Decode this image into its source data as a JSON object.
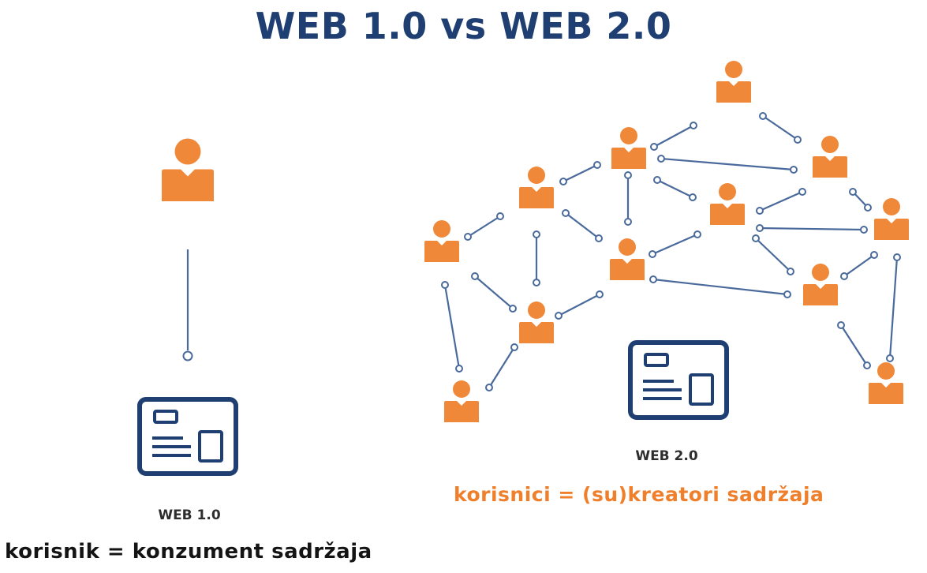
{
  "title": "WEB 1.0 vs WEB 2.0",
  "web1": {
    "label": "WEB 1.0",
    "caption": "korisnik = konzument sadržaja"
  },
  "web2": {
    "label": "WEB 2.0",
    "caption": "korisnici = (su)kreatori sadržaja"
  },
  "icons": {
    "user": "user-icon",
    "document": "web-page-icon"
  },
  "colors": {
    "title": "#1f3f72",
    "user": "#f0883a",
    "connector": "#4a6a9c",
    "document": "#1f3f72",
    "caption_accent": "#ef7f2a"
  }
}
